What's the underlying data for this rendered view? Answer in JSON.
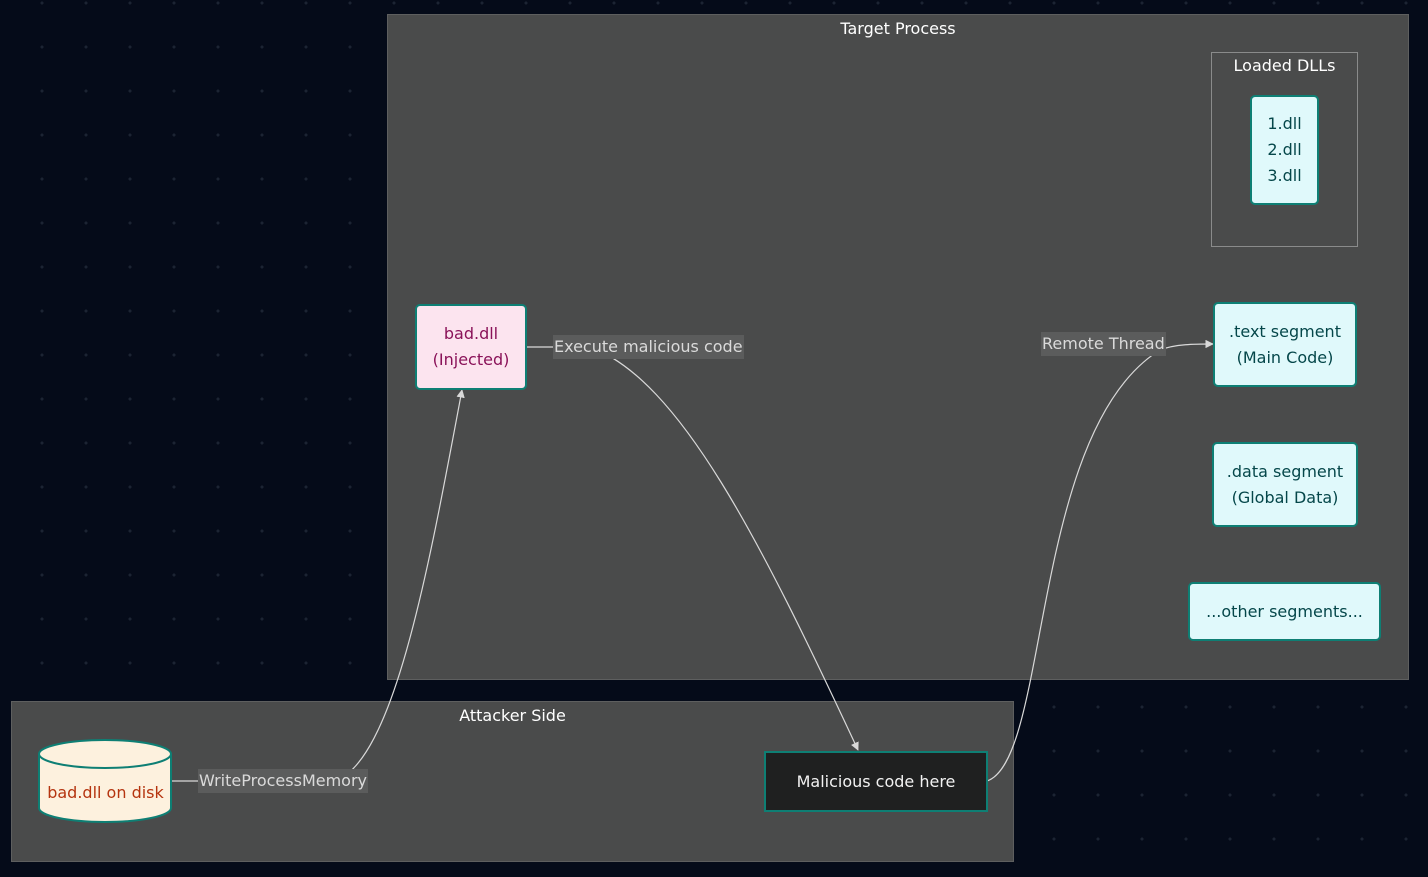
{
  "clusters": {
    "target": {
      "title": "Target Process"
    },
    "attacker": {
      "title": "Attacker Side"
    },
    "dlls": {
      "title": "Loaded DLLs"
    }
  },
  "nodes": {
    "dll_list": {
      "line1": "1.dll",
      "line2": "2.dll",
      "line3": "3.dll"
    },
    "bad_dll": {
      "line1": "bad.dll",
      "line2": "(Injected)"
    },
    "text_segment": {
      "line1": ".text segment",
      "line2": "(Main Code)"
    },
    "data_segment": {
      "line1": ".data segment",
      "line2": "(Global Data)"
    },
    "other_segments": {
      "line1": "...other segments..."
    },
    "disk": {
      "line1": "bad.dll on disk"
    },
    "malicious": {
      "line1": "Malicious code here"
    }
  },
  "edges": {
    "write": {
      "label": "WriteProcessMemory"
    },
    "execute": {
      "label": "Execute malicious code"
    },
    "remote": {
      "label": "Remote Thread"
    }
  },
  "colors": {
    "background": "#050b19",
    "cluster_fill": "#4a4b4b",
    "node_cyan_fill": "#e0f9fb",
    "node_border": "#0e7f74",
    "node_pink_fill": "#fce4ef",
    "cylinder_fill": "#fdf1de",
    "edge_stroke": "#d9d9d9"
  }
}
